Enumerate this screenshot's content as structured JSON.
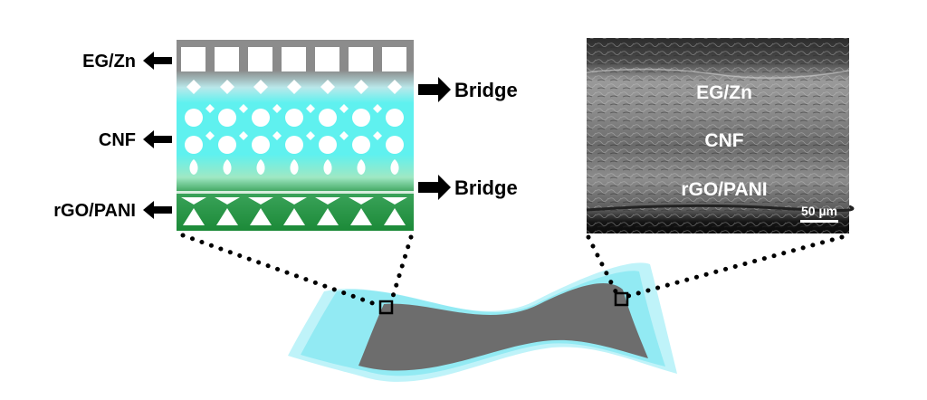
{
  "left_labels": [
    {
      "key": "top",
      "text": "EG/Zn"
    },
    {
      "key": "middle",
      "text": "CNF"
    },
    {
      "key": "bottom",
      "text": "rGO/PANI"
    }
  ],
  "bridge_labels": [
    {
      "key": "upper",
      "text": "Bridge"
    },
    {
      "key": "lower",
      "text": "Bridge"
    }
  ],
  "sem_labels": [
    {
      "key": "top",
      "text": "EG/Zn"
    },
    {
      "key": "middle",
      "text": "CNF"
    },
    {
      "key": "bottom",
      "text": "rGO/PANI"
    }
  ],
  "scale_bar": {
    "text": "50 µm"
  },
  "colors": {
    "eg_zn_layer": "#8a8a8a",
    "cnf_layer": "#5ef0ee",
    "rgo_pani_layer": "#1f8a3a",
    "film_core": "#6e6e6e",
    "film_edge": "#b8f2f8",
    "sem_background": "#3a3a3a",
    "arrow": "#000000"
  }
}
